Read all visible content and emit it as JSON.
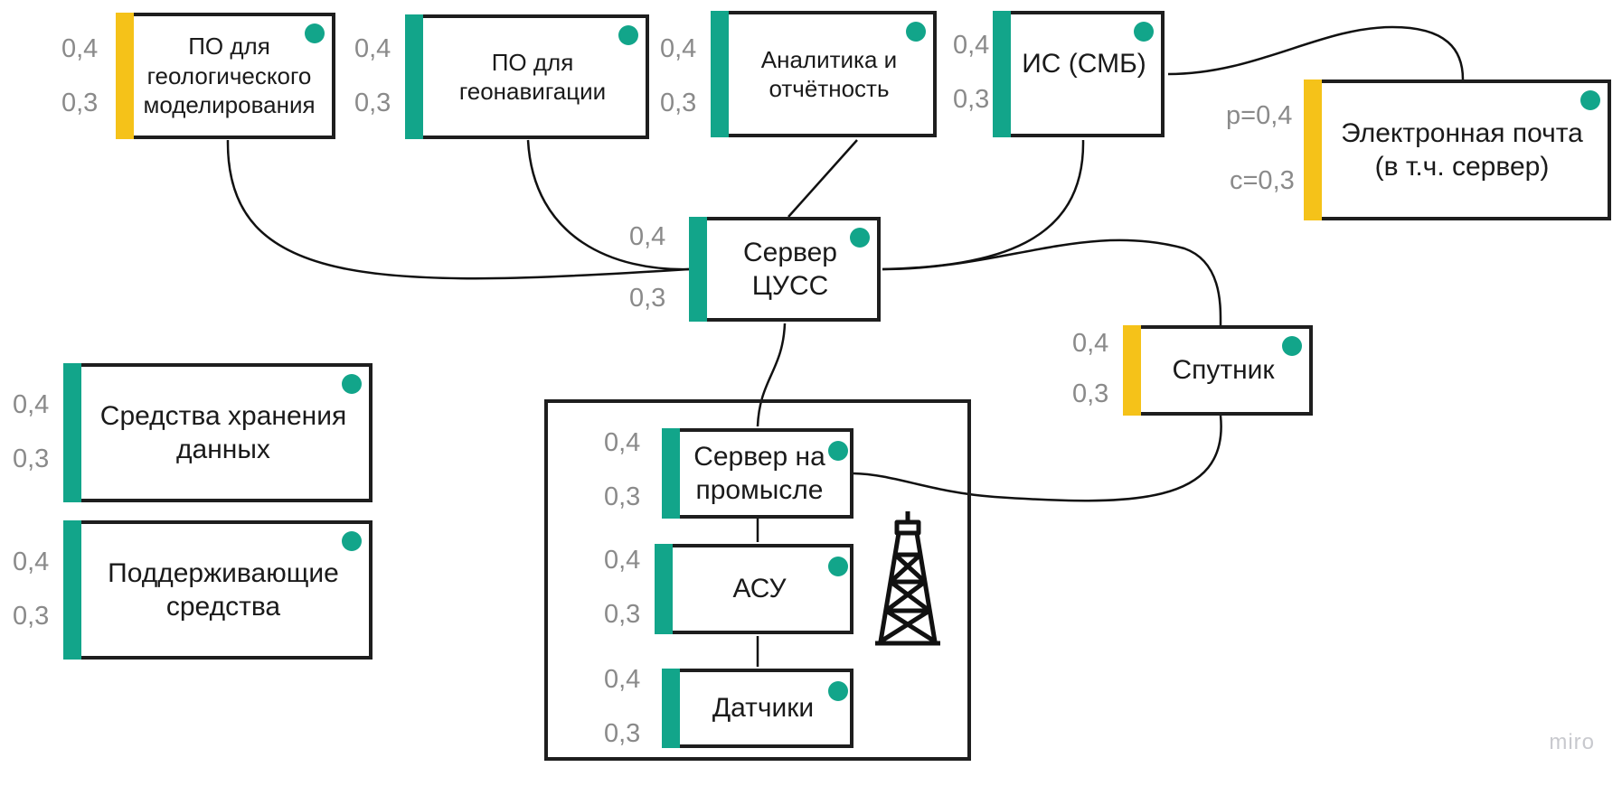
{
  "colors": {
    "green": "#12a58a",
    "yellow": "#f5c219",
    "dot": "#12a58a",
    "border": "#1e1e1e",
    "value_text": "#8a8a8a"
  },
  "nodes": {
    "geo_modeling": {
      "label": "ПО для геологического моделирования",
      "accent": "yellow",
      "v1": "0,4",
      "v2": "0,3"
    },
    "geonavigation": {
      "label": "ПО для геонавигации",
      "accent": "green",
      "v1": "0,4",
      "v2": "0,3"
    },
    "analytics": {
      "label": "Аналитика и отчётность",
      "accent": "green",
      "v1": "0,4",
      "v2": "0,3"
    },
    "is_smb": {
      "label": "ИС (СМБ)",
      "accent": "green",
      "v1": "0,4",
      "v2": "0,3"
    },
    "email": {
      "label": "Электронная почта (в т.ч. сервер)",
      "accent": "yellow",
      "v1": "p=0,4",
      "v2": "c=0,3"
    },
    "server_cuss": {
      "label": "Сервер ЦУСС",
      "accent": "green",
      "v1": "0,4",
      "v2": "0,3"
    },
    "satellite": {
      "label": "Спутник",
      "accent": "yellow",
      "v1": "0,4",
      "v2": "0,3"
    },
    "storage": {
      "label": "Средства хранения данных",
      "accent": "green",
      "v1": "0,4",
      "v2": "0,3"
    },
    "support": {
      "label": "Поддерживающие средства",
      "accent": "green",
      "v1": "0,4",
      "v2": "0,3"
    },
    "field_server": {
      "label": "Сервер на промысле",
      "accent": "green",
      "v1": "0,4",
      "v2": "0,3"
    },
    "asu": {
      "label": "АСУ",
      "accent": "green",
      "v1": "0,4",
      "v2": "0,3"
    },
    "sensors": {
      "label": "Датчики",
      "accent": "green",
      "v1": "0,4",
      "v2": "0,3"
    }
  },
  "icons": {
    "field_icon": "oil-derrick-icon"
  },
  "watermark": "miro"
}
